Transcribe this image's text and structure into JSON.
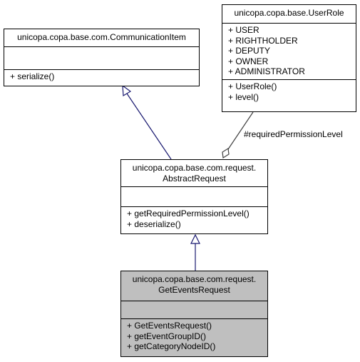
{
  "classes": {
    "communication_item": {
      "name": "unicopa.copa.base.com.CommunicationItem",
      "attributes": [],
      "operations": [
        "+ serialize()"
      ]
    },
    "user_role": {
      "name": "unicopa.copa.base.UserRole",
      "attributes": [
        "+ USER",
        "+ RIGHTHOLDER",
        "+ DEPUTY",
        "+ OWNER",
        "+ ADMINISTRATOR"
      ],
      "operations": [
        "+ UserRole()",
        "+ level()"
      ]
    },
    "abstract_request": {
      "name_line1": "unicopa.copa.base.com.request.",
      "name_line2": "AbstractRequest",
      "attributes": [],
      "operations": [
        "+ getRequiredPermissionLevel()",
        "+ deserialize()"
      ]
    },
    "get_events_request": {
      "name_line1": "unicopa.copa.base.com.request.",
      "name_line2": "GetEventsRequest",
      "attributes": [],
      "operations": [
        "+ GetEventsRequest()",
        "+ getEventGroupID()",
        "+ getCategoryNodeID()"
      ]
    }
  },
  "relations": {
    "required_permission_label": "#requiredPermissionLevel"
  },
  "colors": {
    "inheritance_edge": "#191970",
    "association_edge": "#404040",
    "highlight_fill": "#bfbfbf"
  }
}
